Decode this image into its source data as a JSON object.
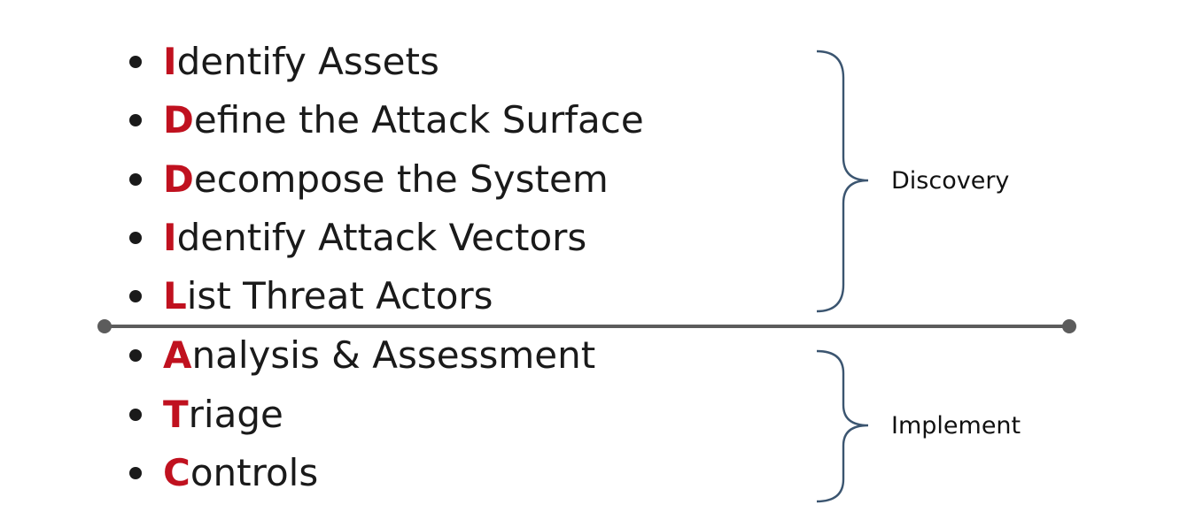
{
  "accent_color": "#c0111f",
  "text_color": "#1a1a1a",
  "bracket_color": "#3b5570",
  "divider_color": "#5c5c5c",
  "groups": [
    {
      "label": "Discovery",
      "items": [
        {
          "initial": "I",
          "rest": "dentify Assets"
        },
        {
          "initial": "D",
          "rest": "efine the Attack Surface"
        },
        {
          "initial": "D",
          "rest": "ecompose the System"
        },
        {
          "initial": "I",
          "rest": "dentify Attack Vectors"
        },
        {
          "initial": "L",
          "rest": "ist Threat Actors"
        }
      ]
    },
    {
      "label": "Implement",
      "items": [
        {
          "initial": "A",
          "rest": "nalysis & Assessment"
        },
        {
          "initial": "T",
          "rest": "riage"
        },
        {
          "initial": "C",
          "rest": "ontrols"
        }
      ]
    }
  ]
}
